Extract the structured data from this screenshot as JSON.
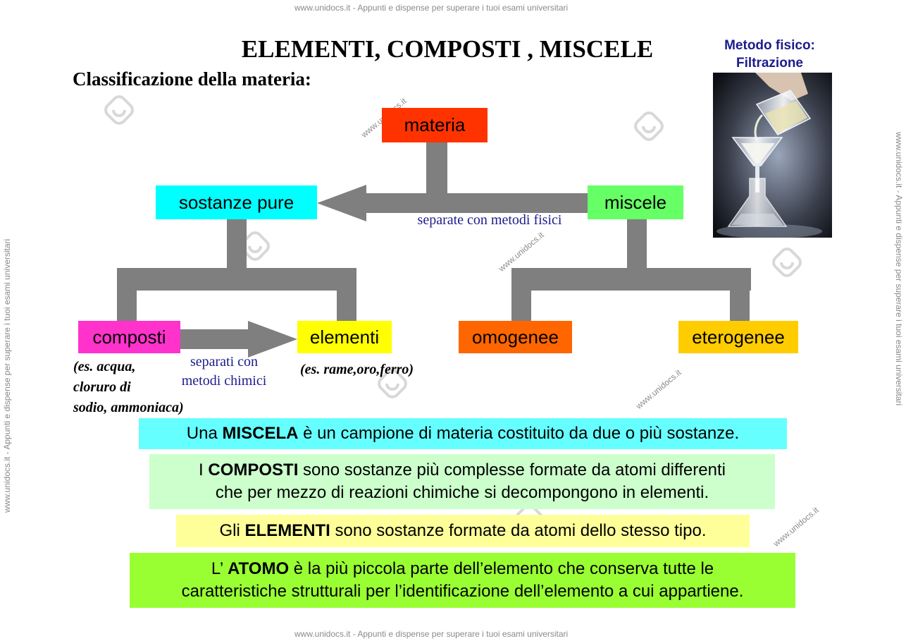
{
  "header_watermark": "www.unidocs.it - Appunti e dispense per superare i tuoi esami universitari",
  "footer_watermark": "www.unidocs.it - Appunti e dispense per superare i tuoi esami universitari",
  "side_watermark": "www.unidocs.it - Appunti e dispense per superare i tuoi esami universitari",
  "diagonal_watermark": "www.unidocs.it",
  "title": "ELEMENTI,  COMPOSTI , MISCELE",
  "subtitle": "Classificazione della materia:",
  "photo": {
    "caption_line1": "Metodo fisico:",
    "caption_line2": "Filtrazione"
  },
  "diagram": {
    "materia": "materia",
    "sostanze_pure": "sostanze pure",
    "miscele": "miscele",
    "composti": "composti",
    "elementi": "elementi",
    "omogenee": "omogenee",
    "eterogenee": "eterogenee",
    "physical_sep": "separate con metodi fisici",
    "chemical_sep_line1": "separati con",
    "chemical_sep_line2": "metodi chimici",
    "composti_example_line1": "(es. acqua,",
    "composti_example_line2": "cloruro di",
    "composti_example_line3": "sodio, ammoniaca)",
    "elementi_example": "(es. rame,oro,ferro)"
  },
  "definitions": {
    "miscela": {
      "pre": "Una ",
      "bold": "MISCELA",
      "post": " è un campione di materia costituito da due o più sostanze."
    },
    "composti": {
      "pre": "I ",
      "bold": "COMPOSTI",
      "post": " sono sostanze più complesse formate da atomi differenti",
      "line2": "che per mezzo di reazioni chimiche si decompongono in elementi."
    },
    "elementi": {
      "pre": "Gli ",
      "bold": "ELEMENTI",
      "post": " sono sostanze formate da atomi dello stesso tipo."
    },
    "atomo": {
      "pre": "L’ ",
      "bold": "ATOMO",
      "post": " è la più piccola parte dell’elemento che conserva tutte le",
      "line2": "caratteristiche strutturali per l’identificazione dell’elemento a cui appartiene."
    }
  },
  "colors": {
    "materia": "#ff3300",
    "sostanze_pure": "#00ffff",
    "miscele": "#66ff66",
    "composti": "#ff33cc",
    "elementi": "#ffff00",
    "omogenee": "#ff6600",
    "eterogenee": "#ffcc00",
    "connector": "#7f7f7f",
    "blue_text": "#1c1c8c",
    "def_miscela": "#66ffff",
    "def_composti": "#ccffcc",
    "def_elementi": "#ffff99",
    "def_atomo": "#99ff33"
  }
}
